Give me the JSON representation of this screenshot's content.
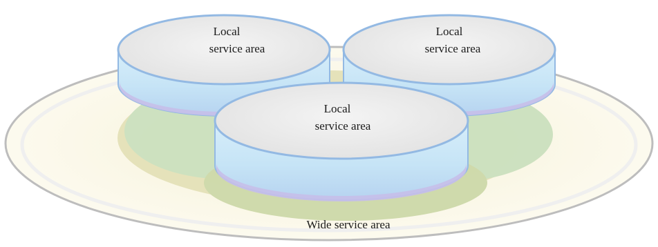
{
  "diagram": {
    "wide_area": {
      "label": "Wide service area"
    },
    "local_areas": [
      {
        "line1": "Local",
        "line2": "service area"
      },
      {
        "line1": "Local",
        "line2": "service area"
      },
      {
        "line1": "Local",
        "line2": "service area"
      }
    ]
  },
  "colors": {
    "wide_fill": "#fbf8ea",
    "wide_stroke": "#c8c8c8",
    "shadow_green": "#c5ddb6",
    "shadow_olive": "#d9d6a8",
    "disk_top": "#ebebeb",
    "disk_rim": "#c9e6f6",
    "disk_stroke": "#93b9e3",
    "disk_bottom_band": "#c5bde8"
  }
}
